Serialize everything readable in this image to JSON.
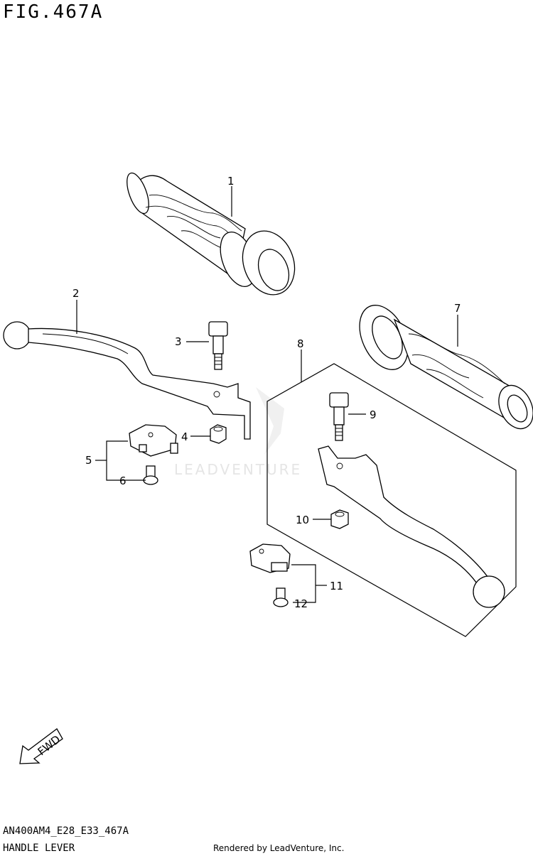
{
  "figure": {
    "title": "FIG.467A",
    "code": "AN400AM4_E28_E33_467A",
    "name": "HANDLE LEVER",
    "credit": "Rendered by LeadVenture, Inc.",
    "watermark": "LEADVENTURE",
    "fwd_label": "FWD"
  },
  "callouts": {
    "c1": "1",
    "c2": "2",
    "c3": "3",
    "c4": "4",
    "c5": "5",
    "c6": "6",
    "c7": "7",
    "c8": "8",
    "c9": "9",
    "c10": "10",
    "c11": "11",
    "c12": "12"
  }
}
